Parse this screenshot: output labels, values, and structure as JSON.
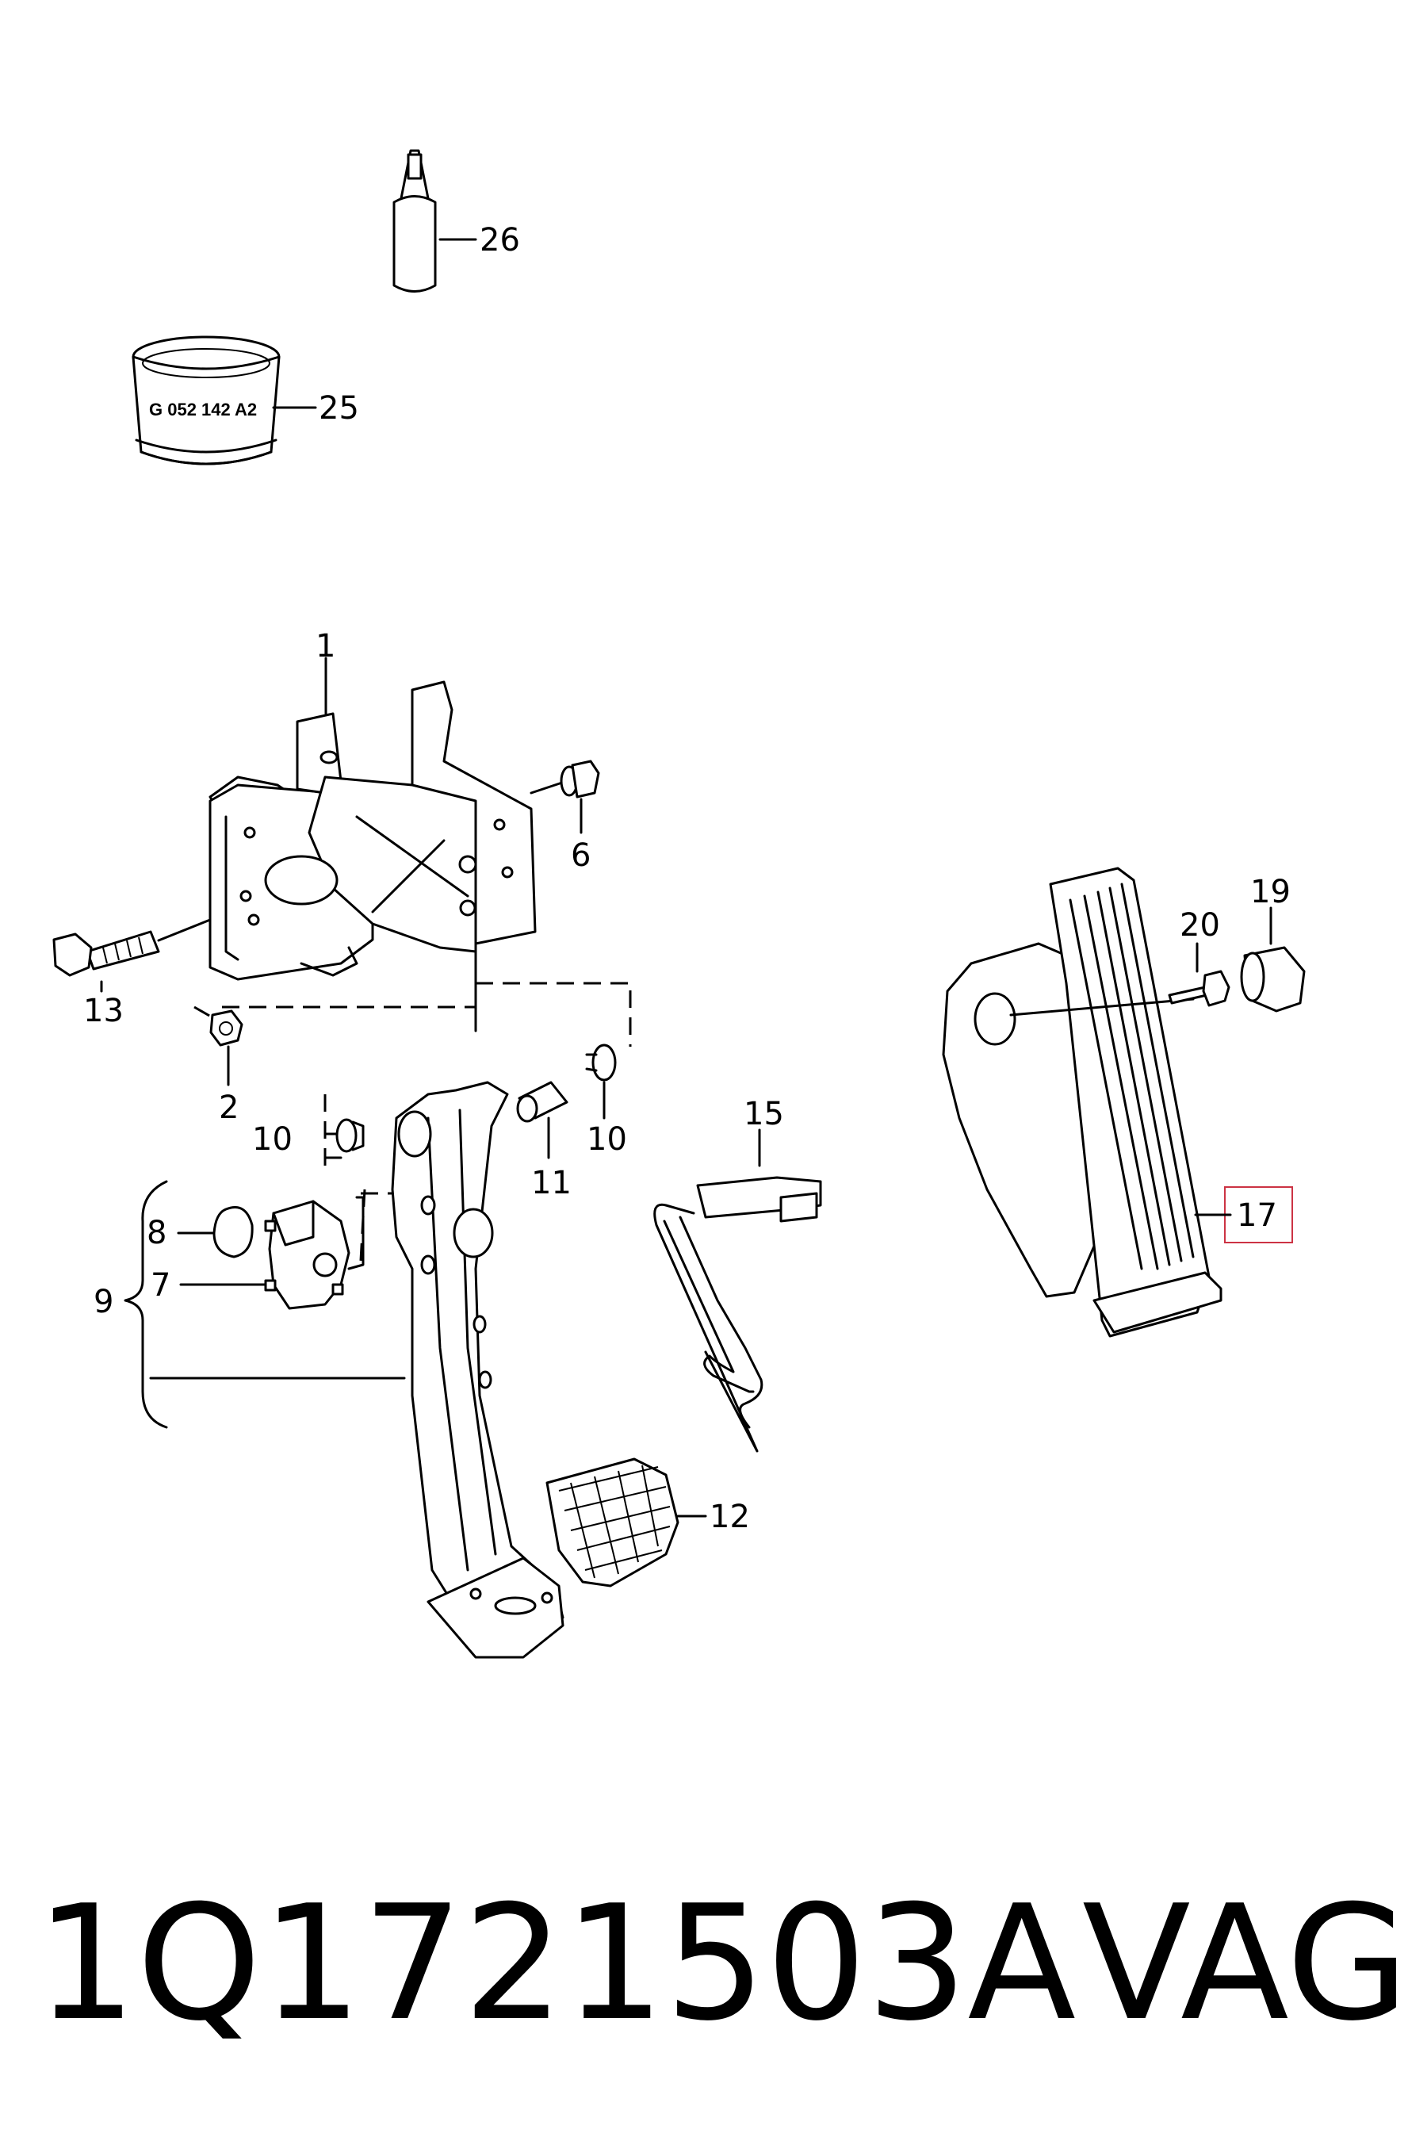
{
  "diagram": {
    "callouts": [
      "26",
      "25",
      "1",
      "6",
      "13",
      "2",
      "10",
      "11",
      "10",
      "15",
      "8",
      "7",
      "9",
      "12",
      "20",
      "19",
      "17"
    ],
    "can_label": "G 052 142 A2",
    "highlighted_callout": "17",
    "highlight_color": "#cc3344"
  },
  "footer": {
    "part_number": "1Q1721503A",
    "brand": "VAG"
  }
}
